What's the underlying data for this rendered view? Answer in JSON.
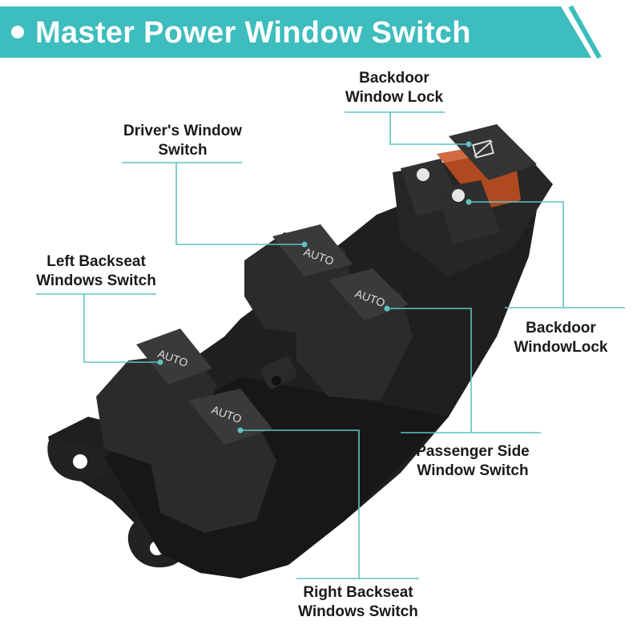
{
  "header": {
    "title": "Master Power Window Switch"
  },
  "labels": {
    "backdoor_lock_top": {
      "line1": "Backdoor",
      "line2": "Window Lock"
    },
    "drivers_window": {
      "line1": "Driver's Window",
      "line2": "Switch"
    },
    "left_backseat": {
      "line1": "Left Backseat",
      "line2": "Windows Switch"
    },
    "backdoor_lock_right": {
      "line1": "Backdoor",
      "line2": "WindowLock"
    },
    "passenger_side": {
      "line1": "Passenger Side",
      "line2": "Window Switch"
    },
    "right_backseat": {
      "line1": "Right Backseat",
      "line2": "Windows Switch"
    }
  },
  "switches": {
    "auto_text": "AUTO"
  },
  "colors": {
    "banner": "#3dbdbd",
    "banner_edge": "#2a9e9e",
    "leader_line": "#5fc3c3",
    "switch_body": "#2b2b2b",
    "switch_top": "#3a3a3a",
    "housing": "#1f1f1f",
    "lock_strip": "#c8501e"
  }
}
